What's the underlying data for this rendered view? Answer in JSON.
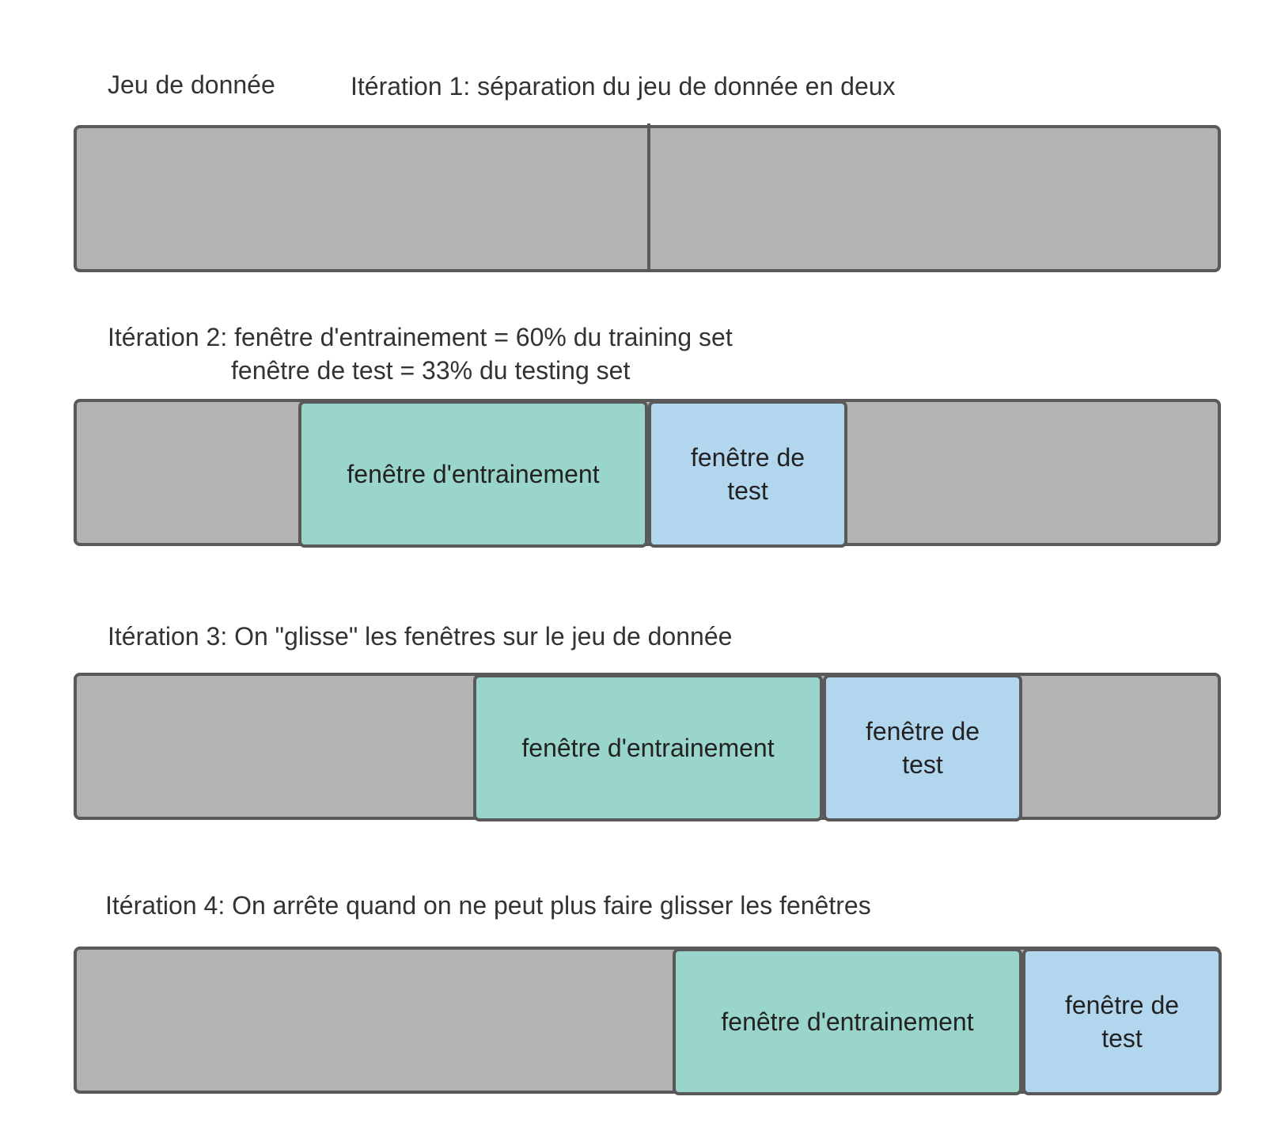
{
  "labels": {
    "dataset": "Jeu de donnée",
    "iteration1": "Itération 1: séparation du jeu de donnée en deux",
    "iteration2_line1": "Itération 2: fenêtre d'entrainement = 60% du training set",
    "iteration2_line2": "fenêtre de test = 33% du testing set",
    "iteration3": "Itération 3: On \"glisse\" les fenêtres sur le jeu de donnée",
    "iteration4": "Itération 4: On arrête quand on ne peut plus faire glisser les fenêtres"
  },
  "windows": {
    "train_label": "fenêtre d'entrainement",
    "test_label_line1": "fenêtre de",
    "test_label_line2": "test"
  },
  "colors": {
    "dataset": "#b3b3b3",
    "train_window": "#9ad5cb",
    "test_window": "#b3d6ef",
    "border": "#595959"
  }
}
